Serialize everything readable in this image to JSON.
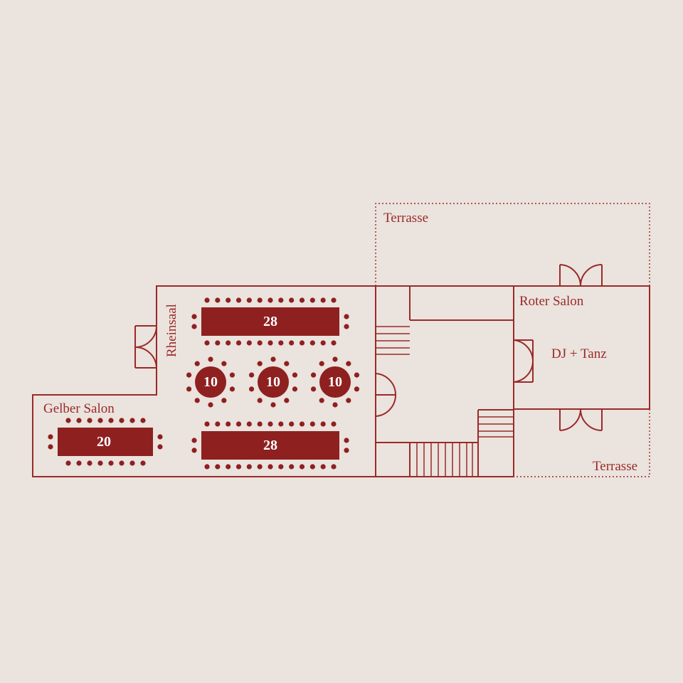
{
  "colors": {
    "background": "#ebe3dd",
    "accent": "#9a2a2a",
    "table_fill": "#8f2020",
    "table_text": "#ffffff"
  },
  "rooms": {
    "terrace_top": "Terrasse",
    "terrace_bottom": "Terrasse",
    "rheinsaal": "Rheinsaal",
    "gelber_salon": "Gelber Salon",
    "roter_salon": "Roter Salon",
    "dj_area": "DJ + Tanz"
  },
  "tables": {
    "rheinsaal_top": "28",
    "rheinsaal_bottom": "28",
    "round_1": "10",
    "round_2": "10",
    "round_3": "10",
    "gelber_salon": "20"
  }
}
